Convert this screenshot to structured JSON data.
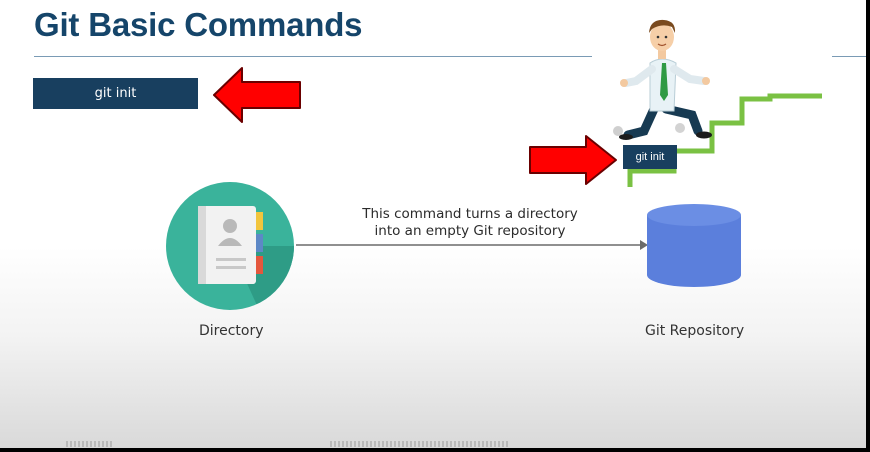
{
  "slide": {
    "title": "Git Basic Commands",
    "command_label": "git init",
    "illustration_command_label": "git init",
    "caption_line1": "This command turns a directory",
    "caption_line2": "into an empty Git repository",
    "directory_label": "Directory",
    "repository_label": "Git Repository"
  },
  "colors": {
    "title": "#15456a",
    "command_box": "#183f5f",
    "arrow_red": "#ff0000",
    "directory_circle": "#3ab39b",
    "repository": "#5b7fdc",
    "stairs": "#7ac143"
  },
  "icons": {
    "pointer_arrow": "red-left-arrow-icon",
    "directory": "address-book-icon",
    "repository": "database-cylinder-icon",
    "illustration": "man-climbing-stairs-illustration"
  }
}
